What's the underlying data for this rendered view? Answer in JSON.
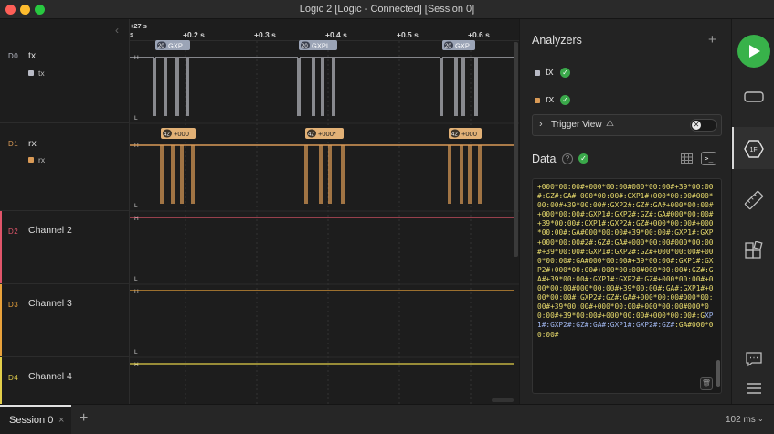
{
  "window": {
    "title": "Logic 2 [Logic - Connected] [Session 0]"
  },
  "ruler": {
    "start_top": "+27 s",
    "start_bottom": "s",
    "ticks": [
      "+0.2 s",
      "+0.3 s",
      "+0.4 s",
      "+0.5 s",
      "+0.6 s"
    ]
  },
  "channels": [
    {
      "id": "D0",
      "name": "tx",
      "analyzer": "tx",
      "color": "#b9bbc6"
    },
    {
      "id": "D1",
      "name": "rx",
      "analyzer": "rx",
      "color": "#d99a56"
    },
    {
      "id": "D2",
      "name": "Channel 2",
      "color": "#e0556a"
    },
    {
      "id": "D3",
      "name": "Channel 3",
      "color": "#e9a23b"
    },
    {
      "id": "D4",
      "name": "Channel 4",
      "color": "#e3cf4a"
    }
  ],
  "level_labels": {
    "high": "H",
    "low": "L"
  },
  "bubbles": {
    "tx": [
      {
        "hex": "20",
        "text": "GXP"
      },
      {
        "hex": "20",
        "text": "GXPI"
      },
      {
        "hex": "20",
        "text": "GXP"
      }
    ],
    "rx": [
      {
        "hex": "42",
        "text": "+000"
      },
      {
        "hex": "42",
        "text": "+000*"
      },
      {
        "hex": "42",
        "text": "+000"
      }
    ]
  },
  "panel": {
    "analyzers_title": "Analyzers",
    "add_symbol": "+",
    "analyzers": [
      {
        "name": "tx",
        "color": "#b9bbc6",
        "status": "✓"
      },
      {
        "name": "rx",
        "color": "#d99a56",
        "status": "✓"
      }
    ],
    "trigger": {
      "chevron": "›",
      "label": "Trigger View",
      "warning": "⚠",
      "toggle_symbol": "✕"
    },
    "data_title": "Data",
    "help_symbol": "?",
    "data_status": "✓",
    "terminal_button": ">_",
    "trash_symbol": "🗑",
    "terminal_lines": [
      {
        "c": "y",
        "t": "+000*00:00#+000*00:00#000*00:00#+3"
      },
      {
        "c": "y",
        "t": "9*00:00#:GZ#:GA#+000*00:00#:GXP1#+"
      },
      {
        "c": "y",
        "t": "000*00:00#000*00:00#+39*00:00#:GXP"
      },
      {
        "c": "y",
        "t": "2#:GZ#:GA#+000*00:00#+000*00:00#:G"
      },
      {
        "c": "y",
        "t": "XP1#:GXP2#:GZ#:GA#000*00:00#+39*00"
      },
      {
        "c": "y",
        "t": ":00#:GXP1#:GXP2#:GZ#+000*00:00#+00"
      },
      {
        "c": "y",
        "t": "0*00:00#:GA#000*00:00#+39*00:00#:G"
      },
      {
        "c": "y",
        "t": "XP1#:GXP+000*00:00#2#:GZ#:GA#+000*"
      },
      {
        "c": "y",
        "t": "00:00#000*00:00#+39*00:00#:GXP1#:G"
      },
      {
        "c": "y",
        "t": "XP2#:GZ#+000*00:00#+000*00:00#:GA#"
      },
      {
        "c": "y",
        "t": "000*00:00#+39*00:00#:GXP1#:GXP2#+0"
      },
      {
        "c": "y",
        "t": "00*00:00#+000*00:00#000*00:00#:GZ#"
      },
      {
        "c": "y",
        "t": ":GA#+39*00:00#:GXP1#:GXP2#:GZ#+000"
      },
      {
        "c": "y",
        "t": "*00:00#+000*00:00#000*00:00#+39*00"
      },
      {
        "c": "y",
        "t": ":00#:GA#:GXP1#+000*00:00#:GXP2#:GZ"
      },
      {
        "c": "y",
        "t": "#:GA#+000*00:00#000*00:00#+39*00:0"
      },
      {
        "c": "y",
        "t": "0#+000*00:00#+000*00:00#000*00:00#"
      },
      {
        "c": "y",
        "t": "+39*00:00#+000*00:00#+000*00:00#:G"
      },
      {
        "c": "b",
        "t": "XP1#:GXP2#:GZ#:GA#:GXP1#:GXP2#:GZ#"
      },
      {
        "c": "y",
        "t": ":GA#000*00:00#"
      }
    ]
  },
  "statusbar": {
    "tab_label": "Session 0",
    "tab_close": "×",
    "new_tab": "+",
    "zoom": "102 ms",
    "zoom_caret": "⌄"
  }
}
